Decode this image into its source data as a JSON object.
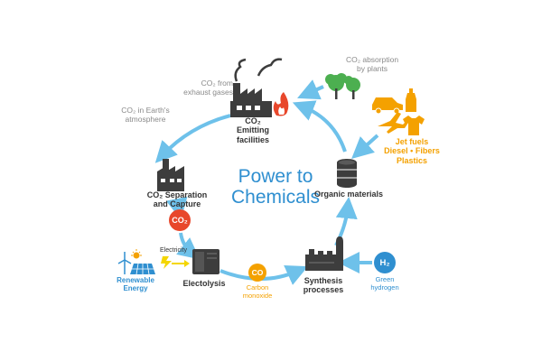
{
  "title": {
    "line1": "Power to",
    "line2": "Chemicals"
  },
  "nodes": {
    "emitting": {
      "line1": "CO₂",
      "line2": "Emitting",
      "line3": "facilities"
    },
    "exhaust": {
      "line1": "CO₂ from",
      "line2": "exhaust gases"
    },
    "atmosphere": {
      "line1": "CO₂ in Earth's",
      "line2": "atmosphere"
    },
    "absorption": {
      "line1": "CO₂ absorption",
      "line2": "by plants"
    },
    "products": {
      "line1": "Jet fuels",
      "line2": "Diesel • Fibers",
      "line3": "Plastics"
    },
    "separation": {
      "line1": "CO₂ Separation",
      "line2": "and Capture"
    },
    "co2_badge": "CO₂",
    "organic": "Organic materials",
    "electricity": "Electricity",
    "renewable": {
      "line1": "Renewable",
      "line2": "Energy"
    },
    "electolysis": "Electolysis",
    "co_badge": "CO",
    "carbon_monoxide": {
      "line1": "Carbon",
      "line2": "monoxide"
    },
    "synthesis": {
      "line1": "Synthesis",
      "line2": "processes"
    },
    "h2_badge": "H₂",
    "green_hydrogen": {
      "line1": "Green",
      "line2": "hydrogen"
    }
  },
  "colors": {
    "arrow": "#6ec1ea",
    "title_blue": "#2f8fd0",
    "orange": "#f4a100",
    "co2_red": "#e8472b",
    "h2_blue": "#2f8fd0",
    "icon_dark": "#3d3d3d",
    "plant_green": "#4caf50"
  }
}
